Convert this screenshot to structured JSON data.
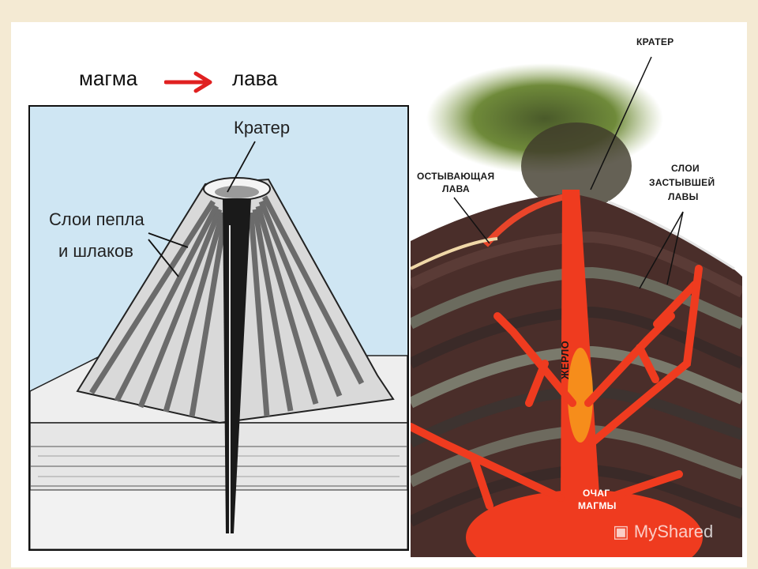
{
  "header": {
    "from_word": "магма",
    "to_word": "лава",
    "arrow_color": "#e02020"
  },
  "left_diagram": {
    "crater_label": "Кратер",
    "ash_layers_label_line1": "Слои пепла",
    "ash_layers_label_line2": "и шлаков",
    "background_color": "#cfe6f3"
  },
  "right_diagram": {
    "crater_label": "КРАТЕР",
    "cooling_lava_line1": "ОСТЫВАЮЩАЯ",
    "cooling_lava_line2": "ЛАВА",
    "solid_layers_line1": "СЛОИ",
    "solid_layers_line2": "ЗАСТЫВШЕЙ",
    "solid_layers_line3": "ЛАВЫ",
    "vent_label": "ЖЕРЛО",
    "chamber_line1": "ОЧАГ",
    "chamber_line2": "МАГМЫ",
    "lava_color": "#ef3b1f",
    "rock_color": "#4a2e2a"
  },
  "watermark": {
    "text": "MyShared"
  }
}
